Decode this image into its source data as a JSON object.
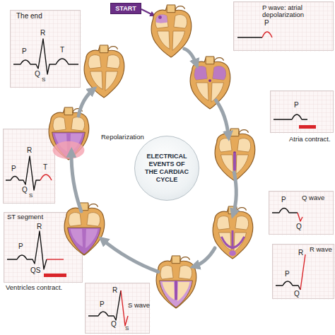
{
  "diagram": {
    "nodes": [
      {
        "text": [
          "ELECTRICAL EVENTS OF THE CARDIAC CYCLE"
        ]
      },
      {
        "text": [
          "P wave: atrial depolarization",
          "P"
        ]
      },
      {
        "text": [
          "P",
          "Atria contract."
        ]
      },
      {
        "text": [
          "P",
          "Q wave",
          "Q"
        ]
      },
      {
        "text": [
          "R wave",
          "R",
          "P",
          "Q"
        ]
      },
      {
        "text": [
          "R",
          "P",
          "S wave",
          "Q",
          "S"
        ]
      },
      {
        "text": [
          "ST segment",
          "R",
          "P",
          "QS",
          "Ventricles contract."
        ]
      },
      {
        "text": [
          "Repolarization",
          "R",
          "P",
          "T",
          "Q",
          "S"
        ]
      },
      {
        "text": [
          "The end",
          "R",
          "P",
          "T",
          "Q",
          "S"
        ]
      }
    ],
    "edges": [
      {
        "from": 1,
        "to": 2,
        "arrow": "to"
      },
      {
        "from": 2,
        "to": 3,
        "arrow": "to"
      },
      {
        "from": 3,
        "to": 4,
        "arrow": "to"
      },
      {
        "from": 4,
        "to": 5,
        "arrow": "to"
      },
      {
        "from": 5,
        "to": 6,
        "arrow": "to"
      },
      {
        "from": 6,
        "to": 7,
        "arrow": "to"
      },
      {
        "from": 7,
        "to": 8,
        "arrow": "to"
      }
    ],
    "labels": [
      "START"
    ]
  }
}
